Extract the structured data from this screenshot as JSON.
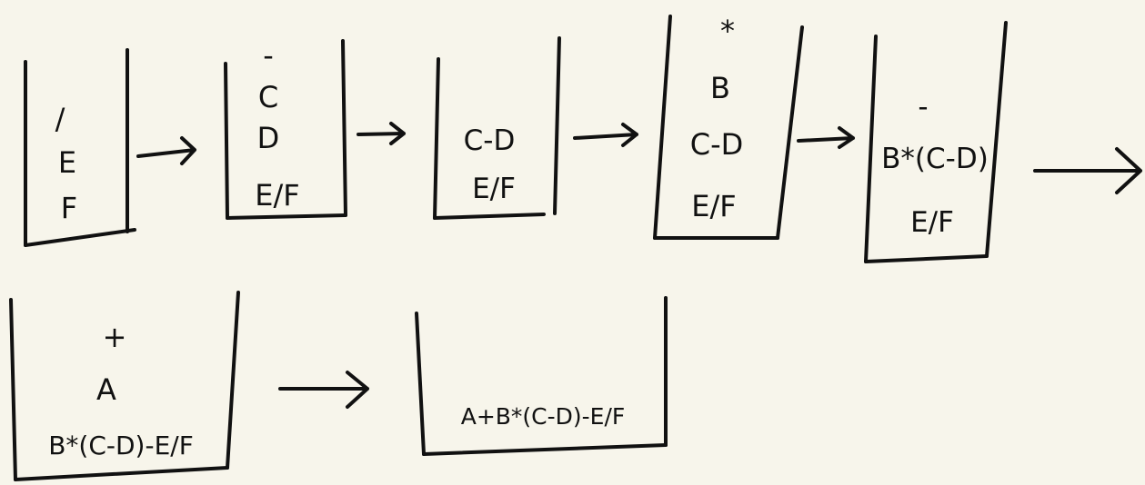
{
  "diagram": {
    "stacks": [
      {
        "id": "s1",
        "items": [
          "/",
          "E",
          "F"
        ]
      },
      {
        "id": "s2",
        "items": [
          "-",
          "C",
          "D",
          "E/F"
        ]
      },
      {
        "id": "s3",
        "items": [
          "C-D",
          "E/F"
        ]
      },
      {
        "id": "s4",
        "items": [
          "*",
          "B",
          "C-D",
          "E/F"
        ]
      },
      {
        "id": "s5",
        "items": [
          "-",
          "B*(C-D)",
          "E/F"
        ]
      },
      {
        "id": "s6",
        "items": [
          "+",
          "A",
          "B*(C-D)-E/F"
        ]
      },
      {
        "id": "s7",
        "items": [
          "A+B*(C-D)-E/F"
        ]
      }
    ]
  }
}
